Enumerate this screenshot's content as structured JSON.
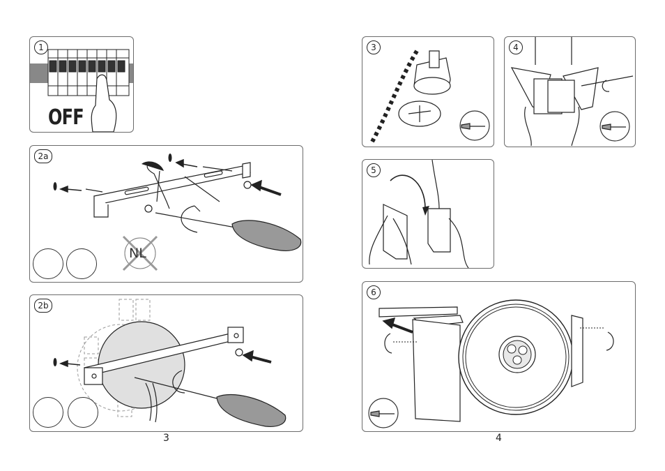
{
  "steps": {
    "s1": "1",
    "s2a": "2a",
    "s2b": "2b",
    "s3": "3",
    "s4": "4",
    "s5": "5",
    "s6": "6"
  },
  "labels": {
    "off": "OFF",
    "nl": "NL"
  },
  "pages": {
    "left": "3",
    "right": "4"
  },
  "colors": {
    "stroke": "#222222",
    "handle": "#999999",
    "frame": "#6b6b6b"
  },
  "icons": [
    "breaker-icon",
    "hand-icon",
    "screwdriver-icon",
    "screw-icon",
    "wall-plug-icon",
    "arrow-icon",
    "rotate-icon",
    "no-nl-icon"
  ]
}
